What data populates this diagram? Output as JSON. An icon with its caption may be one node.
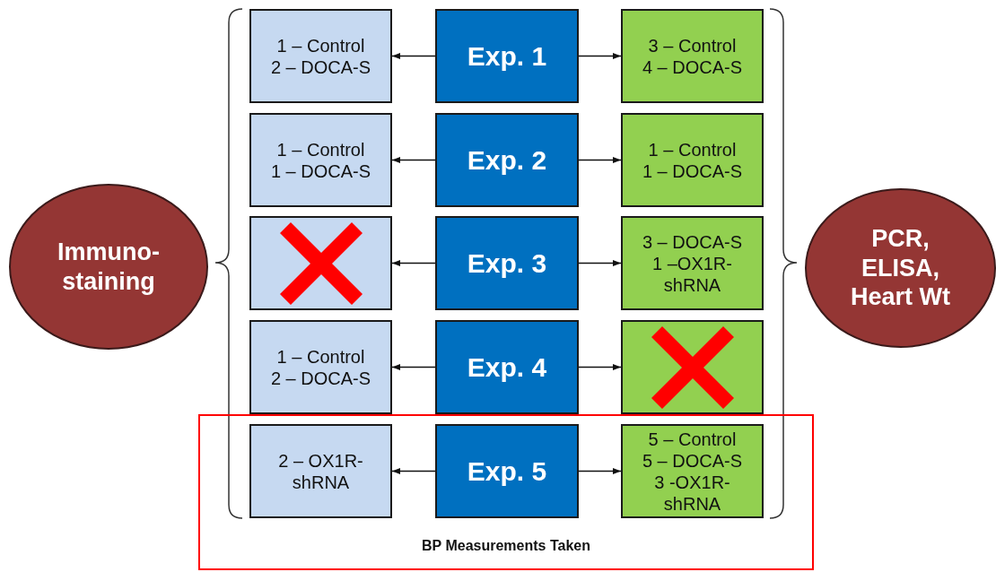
{
  "diagram": {
    "nodes": [
      {
        "text": [
          "Immuno-staining"
        ]
      },
      {
        "text": [
          "1 – Control",
          "2 – DOCA-S"
        ]
      },
      {
        "text": [
          "Exp. 1"
        ]
      },
      {
        "text": [
          "3 – Control",
          "4 – DOCA-S"
        ]
      },
      {
        "text": [
          "1 – Control",
          "1 – DOCA-S"
        ]
      },
      {
        "text": [
          "Exp. 2"
        ]
      },
      {
        "text": [
          "1 – Control",
          "1 – DOCA-S"
        ]
      },
      {
        "text": [],
        "shape": "box"
      },
      {
        "text": [
          "Exp. 3"
        ]
      },
      {
        "text": [
          "3 – DOCA-S",
          "1 –OX1R-shRNA"
        ]
      },
      {
        "text": [
          "1 – Control",
          "2 – DOCA-S"
        ]
      },
      {
        "text": [
          "Exp. 4"
        ]
      },
      {
        "text": [],
        "shape": "box"
      },
      {
        "text": [
          "BP Measurements Taken"
        ]
      },
      {
        "text": [
          "2 – OX1R-shRNA"
        ],
        "in": 13
      },
      {
        "text": [
          "Exp. 5"
        ],
        "in": 13
      },
      {
        "text": [
          "5 – Control",
          "5 – DOCA-S",
          "3 -OX1R-shRNA"
        ],
        "in": 13
      },
      {
        "text": [
          "PCR, ELISA, Heart Wt"
        ]
      }
    ],
    "edges": [
      {
        "from": 2,
        "to": 1,
        "arrow": "to"
      },
      {
        "from": 2,
        "to": 3,
        "arrow": "to"
      },
      {
        "from": 5,
        "to": 4,
        "arrow": "to"
      },
      {
        "from": 5,
        "to": 6,
        "arrow": "to"
      },
      {
        "from": 8,
        "to": 7,
        "arrow": "to"
      },
      {
        "from": 8,
        "to": 9,
        "arrow": "to"
      },
      {
        "from": 11,
        "to": 10,
        "arrow": "to"
      },
      {
        "from": 11,
        "to": 12,
        "arrow": "to"
      },
      {
        "from": 15,
        "to": 14,
        "arrow": "to"
      },
      {
        "from": 15,
        "to": 16,
        "arrow": "to"
      }
    ]
  }
}
